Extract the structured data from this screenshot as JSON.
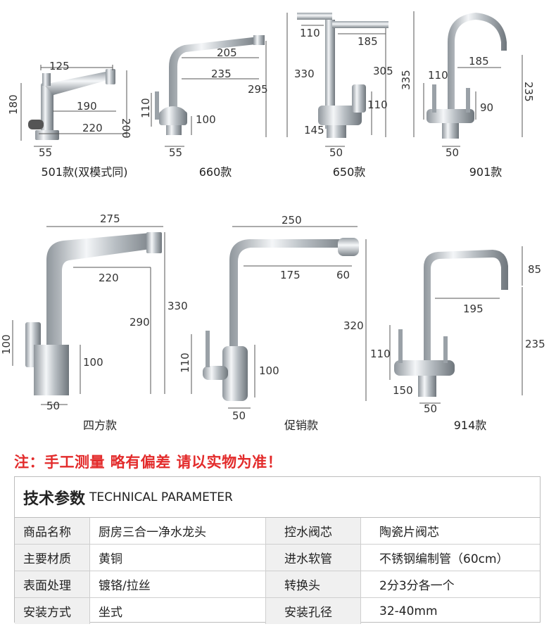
{
  "diagrams": [
    {
      "caption": "501款(双模式同)",
      "dims": [
        "125",
        "190",
        "220",
        "180",
        "200",
        "55"
      ]
    },
    {
      "caption": "660款",
      "dims": [
        "205",
        "235",
        "295",
        "110",
        "100",
        "55"
      ]
    },
    {
      "caption": "650款",
      "dims": [
        "110",
        "185",
        "330",
        "305",
        "110",
        "145",
        "50"
      ]
    },
    {
      "caption": "901款",
      "dims": [
        "185",
        "335",
        "235",
        "110",
        "90",
        "50"
      ]
    },
    {
      "caption": "四方款",
      "dims": [
        "275",
        "220",
        "290",
        "330",
        "100",
        "100",
        "50"
      ]
    },
    {
      "caption": "促销款",
      "dims": [
        "250",
        "175",
        "60",
        "320",
        "110",
        "100",
        "50"
      ]
    },
    {
      "caption": "914款",
      "dims": [
        "85",
        "195",
        "235",
        "110",
        "150",
        "50"
      ]
    }
  ],
  "note": "注：手工测量 略有偏差 请以实物为准！",
  "table": {
    "title_cn": "技术参数",
    "title_en": "TECHNICAL PARAMETER",
    "rows": [
      {
        "k1": "商品名称",
        "v1": "厨房三合一净水龙头",
        "k2": "控水阀芯",
        "v2": "陶瓷片阀芯"
      },
      {
        "k1": "主要材质",
        "v1": "黄铜",
        "k2": "进水软管",
        "v2": "不锈钢编制管（60cm）"
      },
      {
        "k1": "表面处理",
        "v1": "镀铬/拉丝",
        "k2": "转换头",
        "v2": "2分3分各一个"
      },
      {
        "k1": "安装方式",
        "v1": "坐式",
        "k2": "安装孔径",
        "v2": "32-40mm"
      }
    ]
  },
  "colors": {
    "note_red": "#e32b2b",
    "label_bg": "#f0f0f0",
    "border": "#cfcfcf",
    "chrome": "#c8ccd0"
  }
}
